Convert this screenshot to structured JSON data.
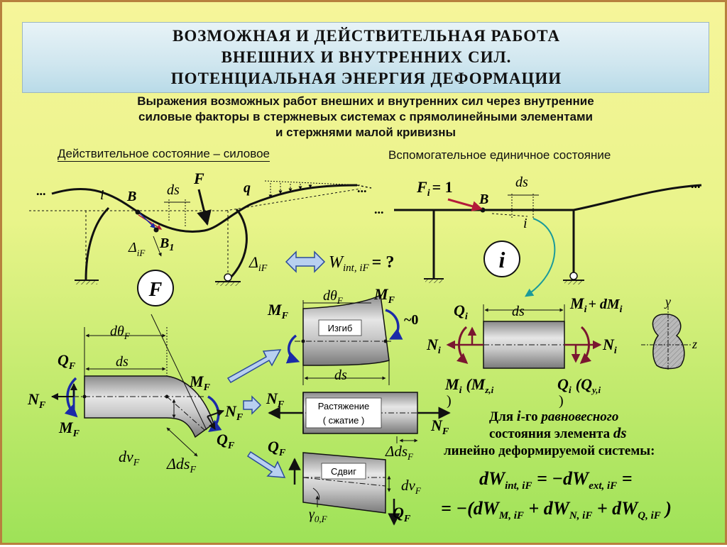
{
  "title": {
    "line1": "ВОЗМОЖНАЯ И ДЕЙСТВИТЕЛЬНАЯ РАБОТА",
    "line2": "ВНЕШНИХ И ВНУТРЕННИХ СИЛ.",
    "line3": "ПОТЕНЦИАЛЬНАЯ ЭНЕРГИЯ ДЕФОРМАЦИИ"
  },
  "subtitle": {
    "line1": "Выражения возможных работ внешних и внутренних сил через внутренние",
    "line2": "силовые факторы  в стержневых системах с прямолинейными элементами",
    "line3": "и стержнями малой кривизны"
  },
  "left_header": "Действительное состояние – силовое",
  "right_header": "Вспомогательное единичное состояние",
  "left_beam": {
    "dots_left": "...",
    "dots_right": "...",
    "label_i": "i",
    "label_B": "B",
    "label_ds": "ds",
    "label_F": "F",
    "label_q": "q",
    "label_B1": "B",
    "label_B1_sub": "1",
    "label_delta": "Δ",
    "label_delta_sub": "iF",
    "badge": "F"
  },
  "center_eq": {
    "delta": "Δ",
    "delta_sub": "iF",
    "w": "W",
    "w_sub": "int, iF",
    "rhs": "= ?"
  },
  "right_beam": {
    "dots_left": "...",
    "dots_right": "...",
    "label_Fi": "F",
    "label_Fi_sub": "i",
    "label_eq1": "= 1",
    "label_B": "B",
    "label_ds": "ds",
    "label_i": "i",
    "badge": "i"
  },
  "bent_element": {
    "dtheta": "dθ",
    "dtheta_sub": "F",
    "QF": "Q",
    "ds": "ds",
    "MF_top": "M",
    "NF_left": "N",
    "MF_left": "M",
    "NF_right": "N",
    "QF_right": "Q",
    "dvF": "dv",
    "dsF_delta": "Δds",
    "sub_F": "F"
  },
  "bending": {
    "dtheta": "dθ",
    "MF_left": "M",
    "MF_right": "M",
    "approx": "~0",
    "label": "Изгиб",
    "ds": "ds",
    "sub_F": "F"
  },
  "tension": {
    "NF_left": "N",
    "NF_right": "N",
    "label_line1": "Растяжение",
    "label_line2": "( сжатие )",
    "dsF": "Δds",
    "sub_F": "F"
  },
  "shear": {
    "QF_top": "Q",
    "QF_bottom": "Q",
    "label": "Сдвиг",
    "dvF": "dv",
    "gamma": "γ",
    "gamma_sub": "0,F",
    "sub_F": "F"
  },
  "unit_element": {
    "Qi": "Q",
    "ds": "ds",
    "Mi_dMi": "M",
    "Mi_dMi_rest": "+ dM",
    "Ni_left": "N",
    "Ni_right": "N",
    "Mi_bottom": "M",
    "Mz_paren": "(M",
    "Mz_sub": "z,i",
    "Qi_bottom": "Q",
    "Qy_paren": "(Q",
    "Qy_sub": "y,i",
    "close_paren": ")",
    "sub_i": "i",
    "axis_y": "y",
    "axis_z": "z"
  },
  "text_block": {
    "line1a": "Для ",
    "line1b": "i",
    "line1c": "-го ",
    "line1d": "равновесного",
    "line2a": "состояния элемента ",
    "line2b": "ds",
    "line3": "линейно деформируемой системы:"
  },
  "equation": {
    "line1_dW": "dW",
    "line1_sub1": "int, iF",
    "line1_mid": " = −dW",
    "line1_sub2": "ext, iF",
    "line1_end": " =",
    "line2_start": "= −(dW",
    "line2_sub1": "M, iF",
    "line2_plus1": " + dW",
    "line2_sub2": "N, iF",
    "line2_plus2": " + dW",
    "line2_sub3": "Q, iF",
    "line2_end": " )"
  },
  "colors": {
    "frame": "#b7803e",
    "title_bg": "#cfe6ef",
    "element_fill": "#b9b9b9",
    "moment_blue": "#1a2aa8",
    "moment_maroon": "#7a1630",
    "arrow_red": "#b31a3a",
    "arrow_teal": "#1a9a9a",
    "block_arrow": "#b8d0f0"
  }
}
